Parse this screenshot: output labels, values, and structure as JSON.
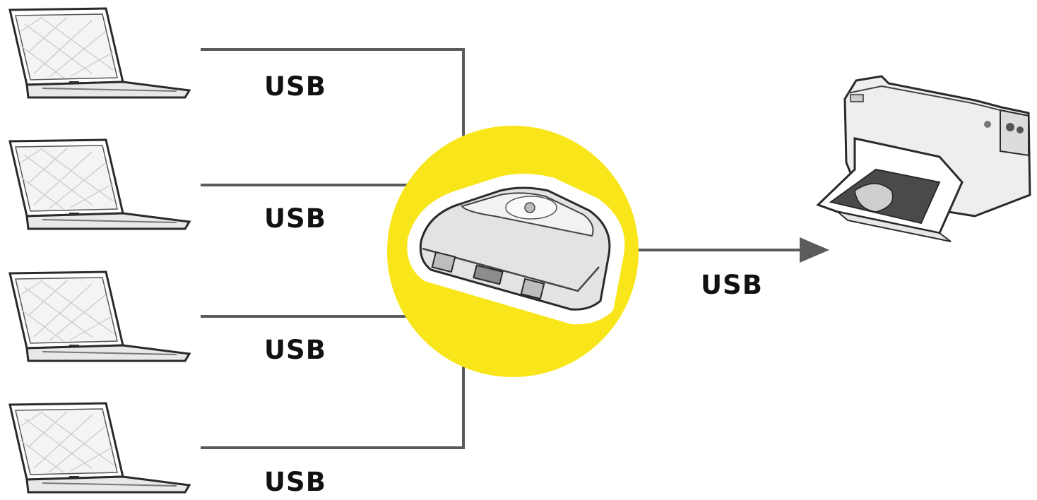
{
  "diagram": {
    "computers": [
      {
        "id": "laptop-1",
        "link_label": "USB"
      },
      {
        "id": "laptop-2",
        "link_label": "USB"
      },
      {
        "id": "laptop-3",
        "link_label": "USB"
      },
      {
        "id": "laptop-4",
        "link_label": "USB"
      }
    ],
    "switch": {
      "device": "usb-printer-sharing-switch",
      "highlight_color": "#f9e61a"
    },
    "output": {
      "device": "printer",
      "link_label": "USB"
    },
    "colors": {
      "line": "#5b5b5b",
      "highlight": "#f9e61a",
      "sketch": "#2a2a2a"
    }
  }
}
